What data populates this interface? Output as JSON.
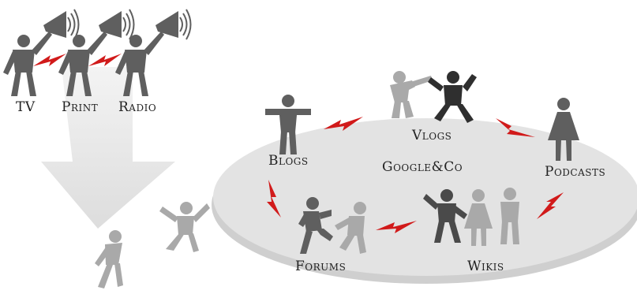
{
  "colors": {
    "figure_dark": "#5f5f5f",
    "figure_light": "#a9a9a9",
    "lightning": "#d11a1a",
    "ellipse_fill": "#e3e3e3",
    "arrow_fill": "#e6e6e6",
    "label_text": "#222222"
  },
  "broadcast": {
    "labels": [
      "TV",
      "Print",
      "Radio"
    ],
    "icon": "megaphone-icon"
  },
  "social": {
    "labels": {
      "blogs": "Blogs",
      "vlogs": "Vlogs",
      "podcasts": "Podcasts",
      "googleco": "Google&Co",
      "forums": "Forums",
      "wikis": "Wikis"
    }
  }
}
